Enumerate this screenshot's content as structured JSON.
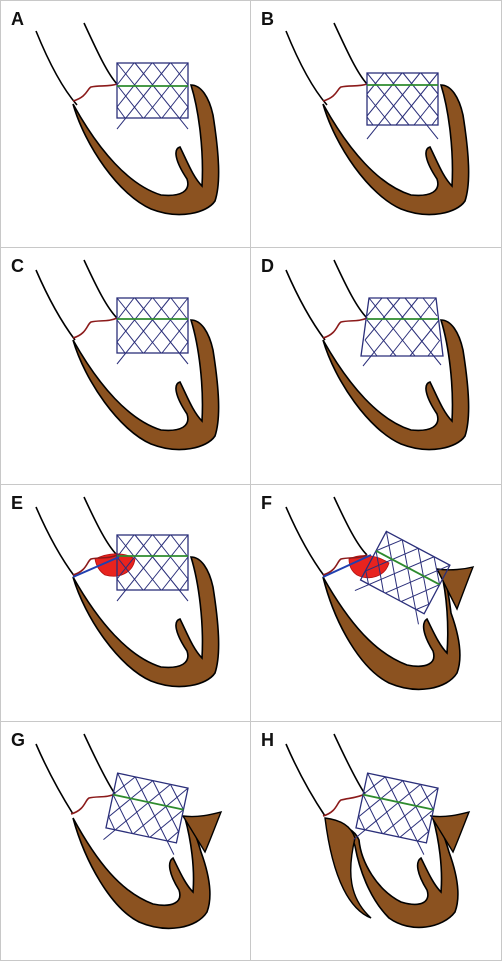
{
  "panels": [
    {
      "label": "A"
    },
    {
      "label": "B"
    },
    {
      "label": "C"
    },
    {
      "label": "D"
    },
    {
      "label": "E"
    },
    {
      "label": "F"
    },
    {
      "label": "G"
    },
    {
      "label": "H"
    }
  ],
  "colors": {
    "myocardium": "#8B5220",
    "outline": "#000000",
    "stent": "#2B2F7A",
    "annulus_line": "#2E8B2E",
    "leaflet": "#8B1A1A",
    "overlap": "#E8231E",
    "chord": "#2040B0"
  }
}
